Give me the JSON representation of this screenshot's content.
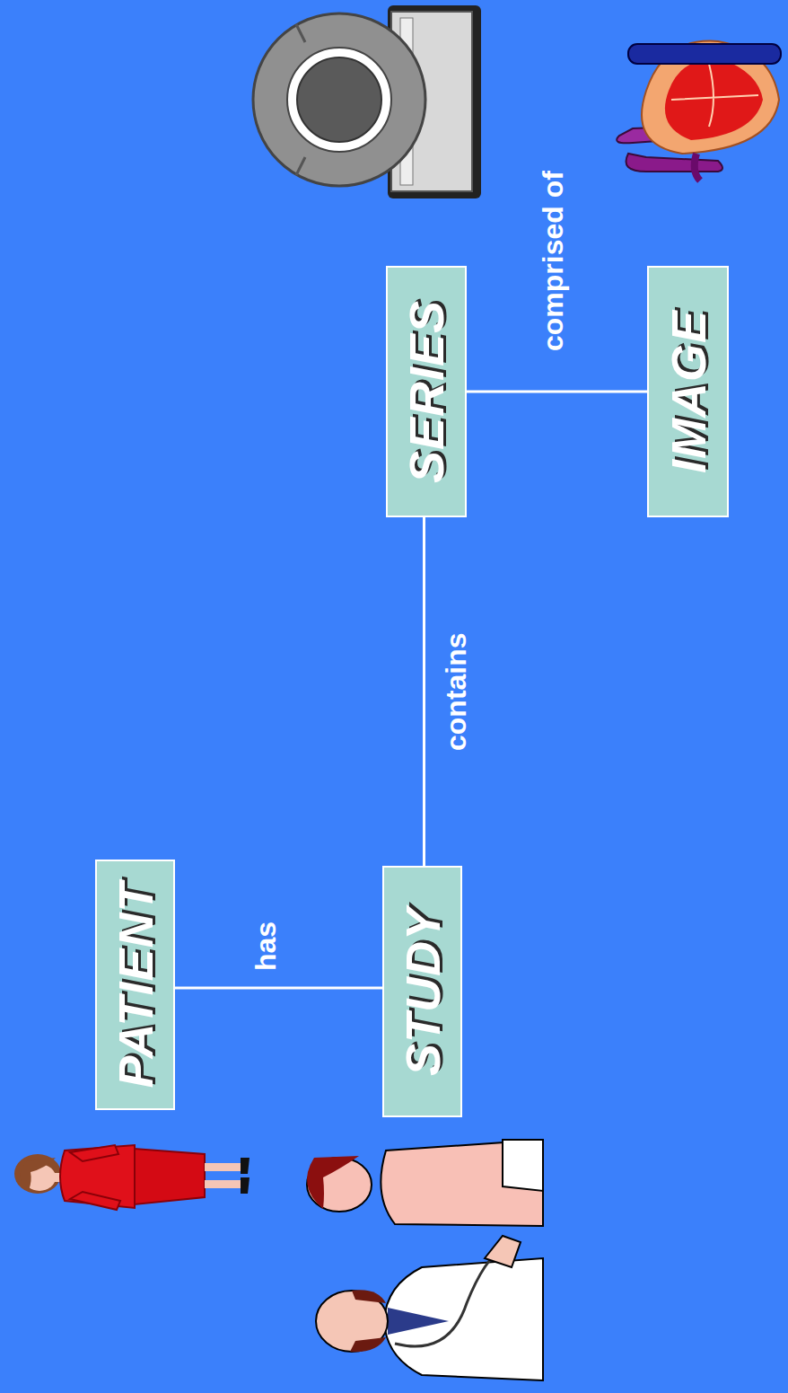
{
  "diagram": {
    "nodes": [
      {
        "text": [
          "PATIENT"
        ]
      },
      {
        "text": [
          "STUDY"
        ]
      },
      {
        "text": [
          "SERIES"
        ]
      },
      {
        "text": [
          "IMAGE"
        ]
      }
    ],
    "edges": [
      {
        "from": 0,
        "to": 1,
        "label": "has",
        "arrow": "none"
      },
      {
        "from": 1,
        "to": 2,
        "label": "contains",
        "arrow": "none"
      },
      {
        "from": 2,
        "to": 3,
        "label": "comprised of",
        "arrow": "none"
      }
    ]
  }
}
